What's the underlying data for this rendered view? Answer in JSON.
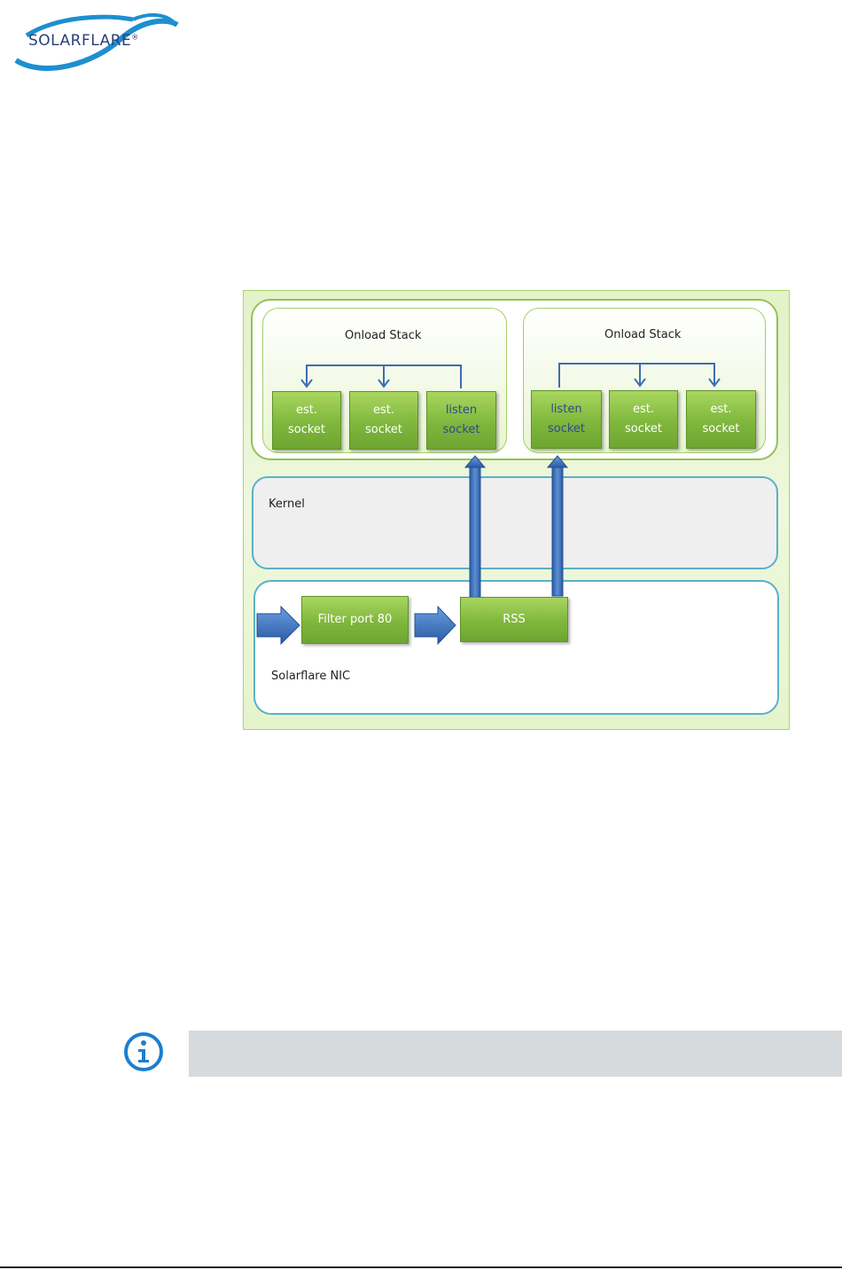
{
  "brand": {
    "logo_text": "SOLARFLARE",
    "logo_mark": "®",
    "color": "#2c3e7a"
  },
  "diagram": {
    "stacks": [
      {
        "title": "Onload Stack",
        "sockets": [
          "est.\nsocket",
          "est.\nsocket",
          "listen\nsocket"
        ]
      },
      {
        "title": "Onload Stack",
        "sockets": [
          "listen\nsocket",
          "est.\nsocket",
          "est.\nsocket"
        ]
      }
    ],
    "kernel_label": "Kernel",
    "nic_label": "Solarflare NIC",
    "filter_label": "Filter port 80",
    "rss_label": "RSS",
    "colors": {
      "green_box": "#7fb73d",
      "arrow_blue": "#3b6fb6",
      "layer_border": "#5ab0c9"
    }
  },
  "note": {
    "icon": "info-icon",
    "text": ""
  }
}
